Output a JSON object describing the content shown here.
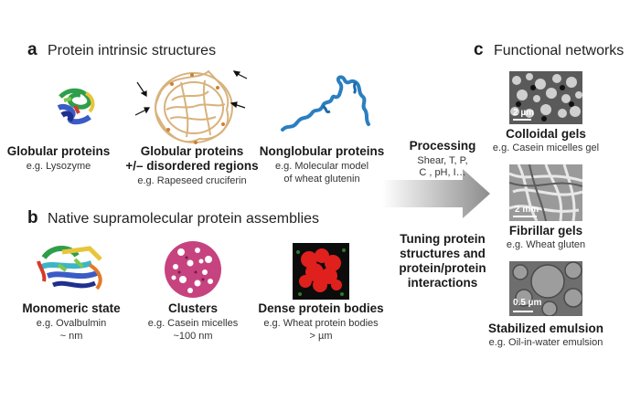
{
  "panel_a": {
    "letter": "a",
    "title": "Protein intrinsic structures",
    "items": [
      {
        "title": "Globular proteins",
        "subtitle": "e.g. Lysozyme"
      },
      {
        "title_line1": "Globular proteins",
        "title_line2": "+/– disordered regions",
        "subtitle": "e.g. Rapeseed cruciferin"
      },
      {
        "title": "Nonglobular proteins",
        "subtitle_line1": "e.g. Molecular model",
        "subtitle_line2": "of wheat glutenin"
      }
    ]
  },
  "panel_b": {
    "letter": "b",
    "title": "Native supramolecular protein assemblies",
    "items": [
      {
        "title": "Monomeric state",
        "subtitle": "e.g. Ovalbulmin",
        "scale": "~ nm"
      },
      {
        "title": "Clusters",
        "subtitle": "e.g. Casein micelles",
        "scale": "~100 nm"
      },
      {
        "title": "Dense protein bodies",
        "subtitle": "e.g. Wheat protein bodies",
        "scale": "> µm"
      }
    ]
  },
  "middle": {
    "processing_title": "Processing",
    "processing_line1": "Shear, T, P,",
    "processing_line2": "C , pH, I…",
    "tuning_line1": "Tuning protein",
    "tuning_line2": "structures and",
    "tuning_line3": "protein/protein",
    "tuning_line4": "interactions"
  },
  "panel_c": {
    "letter": "c",
    "title": "Functional networks",
    "items": [
      {
        "title": "Colloidal gels",
        "subtitle": "e.g. Casein micelles gel",
        "scale_bar": "2 µm"
      },
      {
        "title": "Fibrillar gels",
        "subtitle": "e.g. Wheat gluten",
        "scale_bar": "2 mm"
      },
      {
        "title": "Stabilized emulsion",
        "subtitle": "e.g. Oil-in-water emulsion",
        "scale_bar": "0.5 µm"
      }
    ]
  },
  "colors": {
    "arrow_gradient_start": "#ffffff",
    "arrow_gradient_end": "#8c8c8c",
    "glutenin_blue": "#2a7fc0",
    "cluster_magenta": "#c6437f",
    "protein_body_red": "#e0201c",
    "cruciferin_tan": "#d8b27c"
  }
}
